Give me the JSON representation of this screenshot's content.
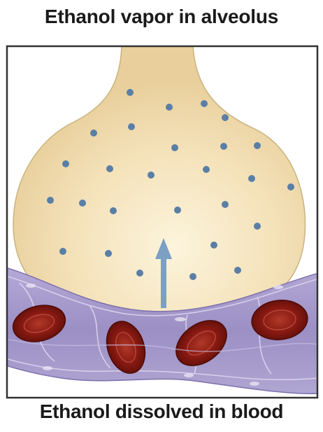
{
  "labels": {
    "top": "Ethanol vapor in alveolus",
    "bottom": "Ethanol dissolved in blood"
  },
  "colors": {
    "alveolus_fill": "#f3dfb4",
    "alveolus_stroke": "#c7b07c",
    "molecule": "#5a7fa6",
    "capillary": "#a79ccc",
    "red_blood_cell": "#8e1d14",
    "arrow": "#7c9fc4",
    "frame": "#333333"
  },
  "icons": {
    "arrow": "diffusion-arrow-up",
    "molecule": "ethanol-molecule-dot",
    "cell": "red-blood-cell"
  }
}
